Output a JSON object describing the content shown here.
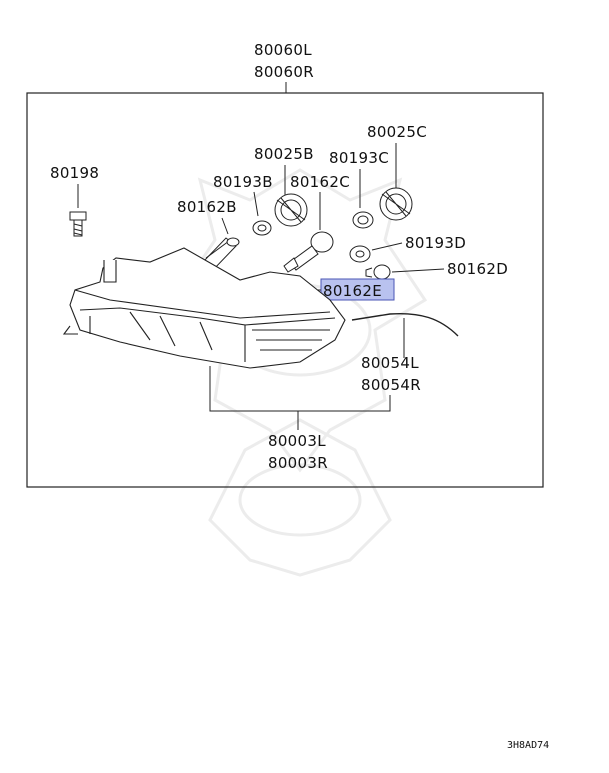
{
  "diagram": {
    "assembly_labels": [
      "80060L",
      "80060R"
    ],
    "headlamp_labels": [
      "80003L",
      "80003R"
    ],
    "part_labels": {
      "p80198": "80198",
      "p80025b": "80025B",
      "p80025c": "80025C",
      "p80193b": "80193B",
      "p80193c": "80193C",
      "p80193d": "80193D",
      "p80162b": "80162B",
      "p80162c": "80162C",
      "p80162d": "80162D",
      "p80162e": "80162E"
    },
    "seal_labels": [
      "80054L",
      "80054R"
    ],
    "highlighted_part": "80162E",
    "diagram_code": "3H8AD74",
    "highlight_color": "#b9c2ef"
  }
}
